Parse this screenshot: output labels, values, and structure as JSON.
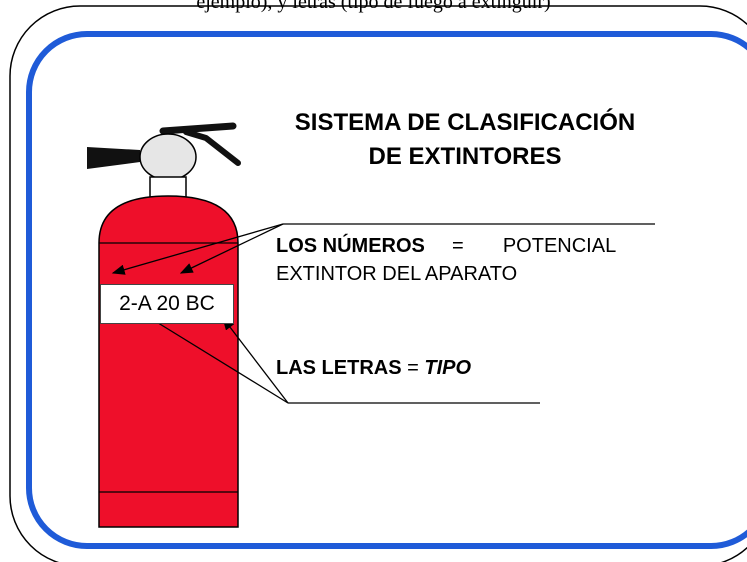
{
  "header_text": "ejemplo), y letras (tipo de fuego a extinguir)",
  "title": {
    "line1": "SISTEMA DE CLASIFICACIÓN",
    "line2": "DE EXTINTORES"
  },
  "extinguisher_label": "2-A 20 BC",
  "numbers_callout": {
    "term": "LOS NÚMEROS",
    "equals": "=",
    "meaning_line1": "POTENCIAL",
    "meaning_line2": "EXTINTOR DEL APARATO"
  },
  "letters_callout": {
    "term": "LAS LETRAS",
    "equals": "=",
    "meaning": "TIPO"
  },
  "colors": {
    "frame_blue": "#1f5bd8",
    "extinguisher_red": "#ee0f2a",
    "handle_black": "#111111"
  }
}
